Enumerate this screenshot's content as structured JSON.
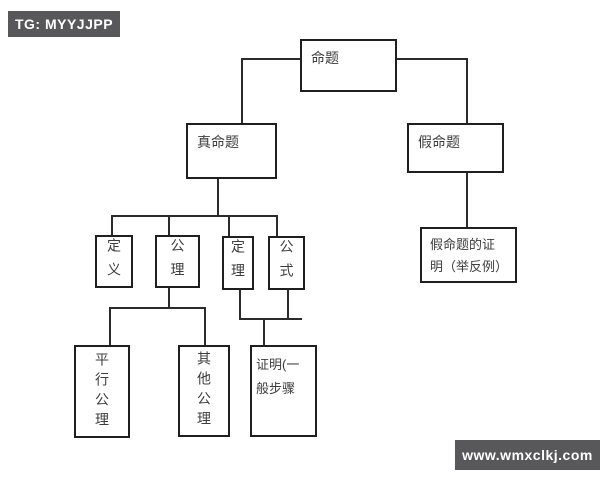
{
  "page": {
    "background": "#ffffff",
    "line_color": "#2b2b2b",
    "box_border_color": "#1f1f1f",
    "text_color": "#3d3d3d"
  },
  "overlays": {
    "tg_badge": {
      "text": "TG: MYYJJPP",
      "bg": "#58585a",
      "color": "#ffffff"
    },
    "site_badge": {
      "text": "www.wmxclkj.com",
      "bg": "#58585a",
      "color": "#ffffff"
    }
  },
  "diagram": {
    "type": "tree-flowchart",
    "nodes": {
      "proposition": "命题",
      "true_proposition": "真命题",
      "false_proposition": "假命题",
      "definition": "定义",
      "axiom": "公理",
      "theorem": "定理",
      "formula": "公式",
      "parallel_axiom": "平行公理",
      "other_axiom": "其他公理",
      "proof_general_steps": "证明(一般步骤",
      "false_proposition_proof": "假命题的证明（举反例）"
    },
    "edges": [
      "proposition -> true_proposition",
      "proposition -> false_proposition",
      "true_proposition -> definition",
      "true_proposition -> axiom",
      "true_proposition -> theorem",
      "true_proposition -> formula",
      "axiom -> parallel_axiom",
      "axiom -> other_axiom",
      "theorem -> proof_general_steps",
      "formula -> proof_general_steps",
      "false_proposition -> false_proposition_proof"
    ]
  }
}
